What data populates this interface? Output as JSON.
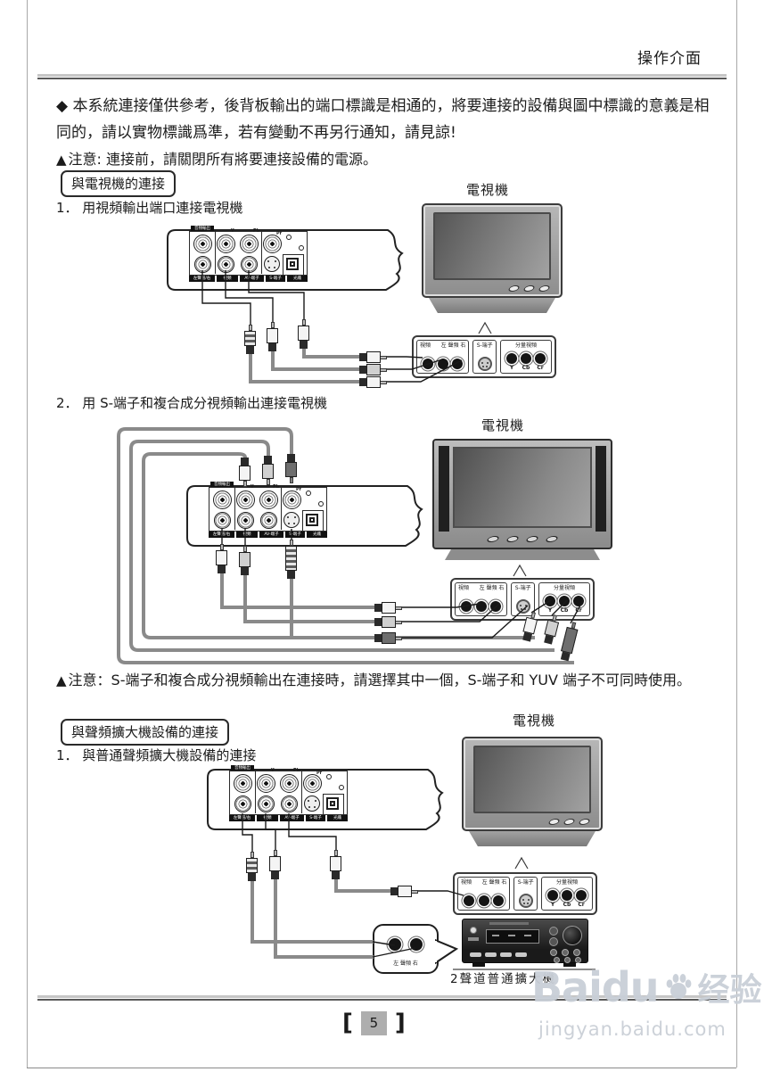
{
  "page": {
    "header": "操作介面",
    "page_number": "5",
    "bracket_left": "[",
    "bracket_right": "]"
  },
  "watermark": {
    "brand": "Baidu",
    "brand_suffix": "经验",
    "url": "jingyan.baidu.com"
  },
  "intro": {
    "paragraph": "◆ 本系統連接僅供參考，後背板輸出的端口標識是相通的，將要連接的設備與圖中標識的意義是相同的，請以實物標識爲準，若有變動不再另行通知，請見諒!",
    "warning_icon": "▲",
    "power_note": "注意: 連接前，請關閉所有將要連接設備的電源。"
  },
  "tv_section": {
    "title": "與電視機的連接",
    "step1": "1． 用視頻輸出端口連接電視機",
    "step2": "2． 用 S-端子和複合成分視頻輸出連接電視機",
    "warning_icon": "▲",
    "s_note": "注意：S-端子和複合成分視頻輸出在連接時，請選擇其中一個，S-端子和 YUV 端子不可同時使用。"
  },
  "amp_section": {
    "title": "與聲頻擴大機設備的連接",
    "step1": "1． 與普通聲頻擴大機設備的連接",
    "amp_caption": "2聲道普通擴大機",
    "callout_labels": "左 聲頻 右"
  },
  "tv": {
    "label": "電視機"
  },
  "strip": {
    "av_label_video": "視頻",
    "av_label_audio": "左 聲頻 右",
    "svideo_label": "S-端子",
    "component_label": "分量視頻",
    "component_jacks": [
      "Y",
      "Cb",
      "Cr"
    ]
  },
  "panel": {
    "top_bar": "音頻輸出",
    "marks": [
      "Y",
      "Pb",
      "Pr"
    ],
    "bars": [
      "左聲道/右",
      "視頻",
      "AV-端子",
      "S-端子",
      "光纖"
    ]
  }
}
